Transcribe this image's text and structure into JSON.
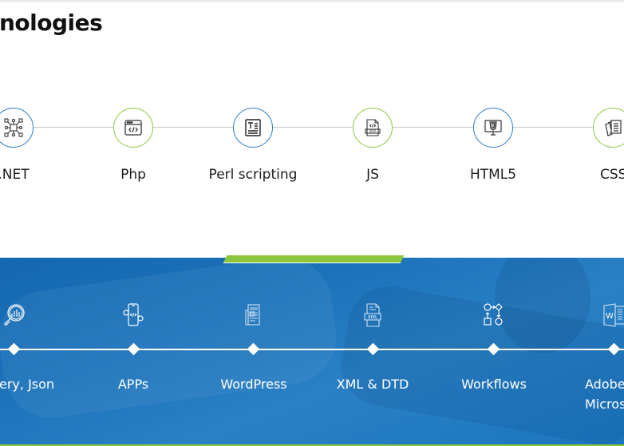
{
  "section": {
    "heading": "nologies"
  },
  "technologies": [
    {
      "label": ".NET",
      "icon": "circuit-network-icon",
      "ring": "blue"
    },
    {
      "label": "Php",
      "icon": "browser-code-icon",
      "ring": "green"
    },
    {
      "label": "Perl scripting",
      "icon": "text-document-icon",
      "ring": "blue"
    },
    {
      "label": "JS",
      "icon": "java-file-icon",
      "ring": "green"
    },
    {
      "label": "HTML5",
      "icon": "monitor-shield-icon",
      "ring": "blue"
    },
    {
      "label": "CSS",
      "icon": "stacked-documents-icon",
      "ring": "green"
    }
  ],
  "skills": [
    {
      "label": "ery, Json",
      "icon": "search-chart-icon"
    },
    {
      "label": "APPs",
      "icon": "mobile-app-gear-icon"
    },
    {
      "label": "WordPress",
      "icon": "newspaper-icon"
    },
    {
      "label": "XML & DTD",
      "icon": "xml-file-icon"
    },
    {
      "label": "Workflows",
      "icon": "workflow-diagram-icon"
    },
    {
      "label_line1": "Adobe",
      "label_line2": "Micros",
      "icon": "word-document-icon"
    }
  ],
  "colors": {
    "accent_blue": "#2b7cc4",
    "accent_green": "#8cc63f",
    "section_blue": "#1d74bb"
  }
}
